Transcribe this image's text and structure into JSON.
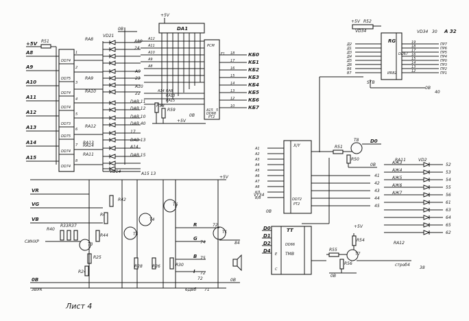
{
  "title": "Лист 4",
  "inputs": [
    "A8",
    "A9",
    "A10",
    "A11",
    "A12",
    "A13",
    "A14",
    "A15"
  ],
  "gates": [
    "DD74",
    "DD75",
    "DD74",
    "DD74",
    "DD73",
    "DD75",
    "DD74",
    "DD74"
  ],
  "pins": {
    "p1": "1",
    "p2": "2",
    "p3": "3",
    "p4": "4",
    "p5": "5",
    "p6": "6",
    "p7": "7",
    "p8": "8"
  },
  "labels": {
    "plus5v": "+5V",
    "r51": "R51",
    "r52": "R52",
    "r54": "R54",
    "r55": "R55",
    "r56": "R56",
    "r58": "R58",
    "r59": "R59",
    "r50": "R50",
    "r40": "R40",
    "r33": "R33",
    "r37": "R37",
    "r25": "R25",
    "r24": "R24",
    "r42": "R42",
    "r43": "R43",
    "r44": "R44",
    "r28": "R28",
    "r26": "R26",
    "r30": "R30",
    "ra8": "RA8",
    "ra9": "RA9",
    "ra10": "RA10",
    "ra11": "RA11",
    "ra12": "RA12",
    "ra13": "RA13",
    "ra14": "RA14",
    "vd21": "VD21",
    "vd14": "VD14",
    "vd34": "VD34",
    "vd2": "VD2",
    "vy34": "VY34",
    "a15_13": "A15 13",
    "ov": "0B",
    "a24": "A10",
    "n24": "24",
    "a9": "A9",
    "n23": "23",
    "a10": "A10",
    "n22": "22",
    "dab11": "DAB 11",
    "dab12": "DAB 12",
    "dab10": "DAB 10",
    "dab40": "DAB 40",
    "n17": "17",
    "dab13": "DAB 13",
    "a14": "A14",
    "dab15": "DAB 15",
    "da1": "DA1",
    "a12s": "A12",
    "a11s": "A11",
    "a10s": "A10",
    "a9s": "A9",
    "a8s": "A8",
    "a14s": "A14",
    "ra8s": "RA8",
    "ra13s": "RA13",
    "ra15s": "RA15",
    "pom": "PCM",
    "a15": "A15",
    "dd68": "DD68",
    "pt2": "PT2",
    "n5": "5",
    "f1": "F1",
    "rg": "RG",
    "dd67": "DD67",
    "ir82": "ИR82",
    "n30": "30",
    "a32": "A 32",
    "strb": "STB",
    "n40": "40",
    "xy": "X/Y",
    "dd72": "DD72",
    "t8": "T8",
    "d0": "D0",
    "tt": "TT",
    "dd66": "DD66",
    "tmb": "TMB",
    "e": "E",
    "c": "C",
    "t7": "T7",
    "strob4": "строб4",
    "n38": "38",
    "t3": "T3",
    "t4": "T4",
    "t5": "T5",
    "t6": "T6",
    "t1": "T1",
    "n72": "72",
    "n74": "74",
    "n75": "75",
    "n72b": "72",
    "n84": "84",
    "bdvb": "6ДВб",
    "n71": "71",
    "n72c": "72"
  },
  "kb": [
    {
      "pin": "18",
      "label": "КБ0"
    },
    {
      "pin": "17",
      "label": "КБ1"
    },
    {
      "pin": "16",
      "label": "КБ2"
    },
    {
      "pin": "15",
      "label": "КБ3"
    },
    {
      "pin": "14",
      "label": "КБ4"
    },
    {
      "pin": "13",
      "label": "КБ5"
    },
    {
      "pin": "12",
      "label": "КБ6"
    },
    {
      "pin": "10",
      "label": "КБ7"
    }
  ],
  "rg_in": [
    "Д2",
    "Д1",
    "Д3",
    "Д4",
    "Д5",
    "Д6",
    "В6",
    "В7"
  ],
  "rg_out": [
    {
      "pin": "19",
      "label": "ПР7"
    },
    {
      "pin": "18",
      "label": "ПР6"
    },
    {
      "pin": "17",
      "label": "ПР5"
    },
    {
      "pin": "16",
      "label": "ПР4"
    },
    {
      "pin": "15",
      "label": "ПР0"
    },
    {
      "pin": "14",
      "label": "ПР3"
    },
    {
      "pin": "13",
      "label": "ПР2"
    },
    {
      "pin": "12",
      "label": "ПР1"
    }
  ],
  "dd72_in": [
    "A1",
    "A2",
    "A3",
    "A4",
    "A5",
    "A6",
    "A7",
    "A8",
    "КЛ",
    "В/В"
  ],
  "dd72_out": [
    {
      "pin": "41",
      "net": "41"
    },
    {
      "pin": "42",
      "net": "42"
    },
    {
      "pin": "43",
      "net": "43"
    },
    {
      "pin": "44",
      "net": "44"
    },
    {
      "pin": "45",
      "net": "45"
    }
  ],
  "dd66_in": [
    "D0",
    "D1",
    "D2",
    "D4"
  ],
  "vd2": [
    {
      "left": "АЖ3",
      "right": "52"
    },
    {
      "left": "АЖ4",
      "right": "53"
    },
    {
      "left": "АЖ5",
      "right": "54"
    },
    {
      "left": "АЖ6",
      "right": "55"
    },
    {
      "left": "АЖ7",
      "right": "56"
    },
    {
      "left": "",
      "right": "61"
    },
    {
      "left": "",
      "right": "63"
    },
    {
      "left": "",
      "right": "64"
    },
    {
      "left": "",
      "right": "65"
    },
    {
      "left": "",
      "right": "62"
    }
  ],
  "analog": {
    "inputs": [
      "VR",
      "VG",
      "VB",
      "СИНХР"
    ],
    "outputs": [
      "R",
      "G",
      "B",
      "I"
    ],
    "sound": "ЗВУК"
  }
}
